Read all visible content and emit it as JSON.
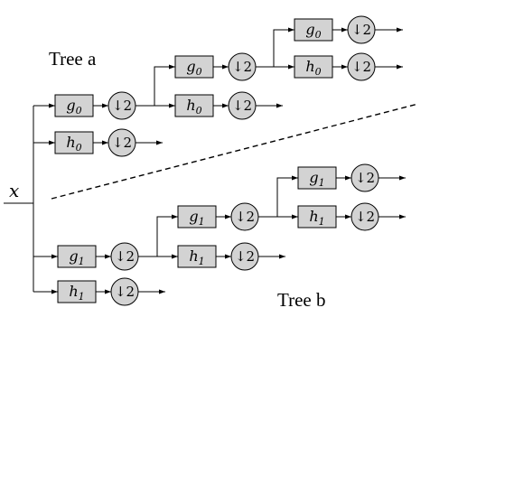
{
  "tree_a_label": "Tree a",
  "tree_b_label": "Tree b",
  "input_label": "x",
  "downsample_label": "↓2",
  "filters": {
    "g0": {
      "base": "g",
      "sub": "0"
    },
    "h0": {
      "base": "h",
      "sub": "0"
    },
    "g1": {
      "base": "g",
      "sub": "1"
    },
    "h1": {
      "base": "h",
      "sub": "1"
    }
  },
  "colors": {
    "block_fill": "#d3d3d3",
    "line": "#000000"
  }
}
